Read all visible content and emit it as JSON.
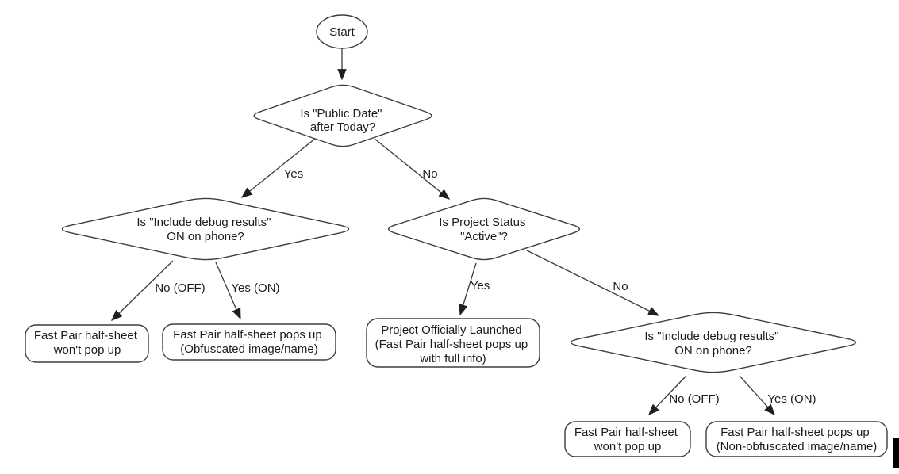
{
  "diagram": {
    "colors": {
      "background": "#ffffff",
      "shape_fill": "#ffffff",
      "stroke": "#3d3d3d",
      "text": "#1c1c1c",
      "arrowhead": "#1f1f1f"
    },
    "icons": {
      "cursor_bar": "text-cursor-artifact"
    },
    "nodes": {
      "start": {
        "type": "terminator",
        "label": "Start"
      },
      "public_date": {
        "type": "decision",
        "line1": "Is \"Public Date\"",
        "line2": "after Today?"
      },
      "debug_left": {
        "type": "decision",
        "line1": "Is \"Include debug results\"",
        "line2": "ON on phone?"
      },
      "project_status": {
        "type": "decision",
        "line1": "Is Project Status",
        "line2": "\"Active\"?"
      },
      "debug_right": {
        "type": "decision",
        "line1": "Is \"Include debug results\"",
        "line2": "ON on phone?"
      },
      "no_popup_left": {
        "type": "result",
        "line1": "Fast Pair half-sheet",
        "line2": "won't pop up"
      },
      "obfuscated": {
        "type": "result",
        "line1": "Fast Pair half-sheet pops up",
        "line2": "(Obfuscated image/name)"
      },
      "launched": {
        "type": "result",
        "line1": "Project Officially Launched",
        "line2": "(Fast Pair half-sheet pops up",
        "line3": "with full info)"
      },
      "no_popup_right": {
        "type": "result",
        "line1": "Fast Pair half-sheet",
        "line2": "won't pop up"
      },
      "non_obfuscated": {
        "type": "result",
        "line1": "Fast Pair half-sheet pops up",
        "line2": "(Non-obfuscated image/name)"
      }
    },
    "edges": {
      "public_date_yes": {
        "label": "Yes"
      },
      "public_date_no": {
        "label": "No"
      },
      "debug_left_no": {
        "label": "No (OFF)"
      },
      "debug_left_yes": {
        "label": "Yes (ON)"
      },
      "status_yes": {
        "label": "Yes"
      },
      "status_no": {
        "label": "No"
      },
      "debug_right_no": {
        "label": "No (OFF)"
      },
      "debug_right_yes": {
        "label": "Yes (ON)"
      }
    }
  }
}
